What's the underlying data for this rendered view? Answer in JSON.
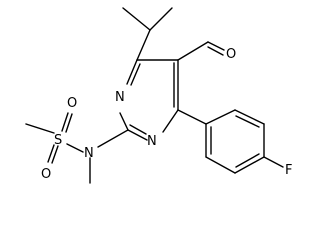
{
  "molecule": {
    "atoms": {
      "ring_n_top": "N",
      "ring_n_bottom": "N",
      "sulfonamide_n": "N",
      "sulfur": "S",
      "sulfonyl_o_top": "O",
      "sulfonyl_o_bottom": "O",
      "aldehyde_o": "O",
      "fluorine": "F"
    }
  }
}
